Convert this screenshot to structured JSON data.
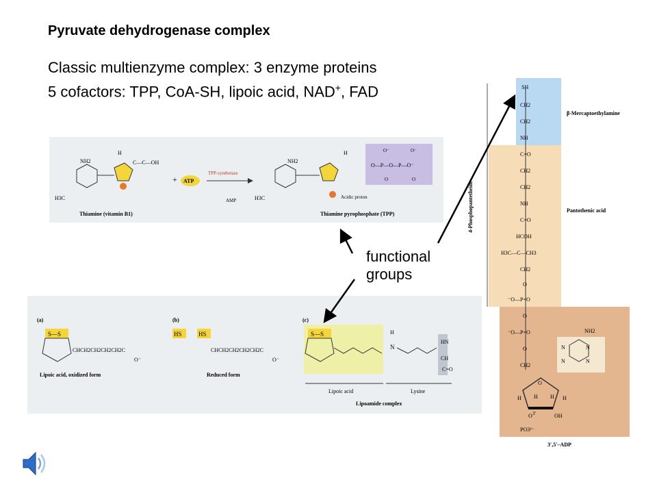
{
  "title": "Pyruvate dehydrogenase complex",
  "line1": "Classic multienzyme complex:  3 enzyme proteins",
  "line2_prefix": "5 cofactors:  TPP, CoA-SH, lipoic acid, NAD",
  "line2_sup": "+",
  "line2_suffix": ", FAD",
  "functional_label_1": "functional",
  "functional_label_2": "groups",
  "thiamine_panel": {
    "ch3": "H3C",
    "ch3b": "H3C",
    "nh2": "NH2",
    "nh2b": "NH2",
    "h_top": "H",
    "h_top2": "H",
    "oh_group": "C—C—OH",
    "atp": "ATP",
    "plus": "+",
    "enzyme": "TPP-synthetase",
    "amp": "AMP",
    "acidic": "Acidic proton",
    "caption_left": "Thiamine (vitamin B1)",
    "caption_right": "Thiamine pyrophosphate (TPP)",
    "phosphate": "O—P—O—P—O⁻",
    "phosphate_o1": "O⁻",
    "phosphate_o2": "O⁻",
    "phosphate_o3": "O",
    "phosphate_o4": "O"
  },
  "lipoic_panel": {
    "a_label": "(a)",
    "b_label": "(b)",
    "c_label": "(c)",
    "ss": "S—S",
    "ss_c": "S—S",
    "hs1": "HS",
    "hs2": "HS",
    "chain_a": "CHCH2CH2CH2CH2C",
    "chain_b": "CHCH2CH2CH2CH2C",
    "oxidized_caption": "Lipoic acid, oxidized form",
    "reduced_caption": "Reduced form",
    "lipoic_acid": "Lipoic acid",
    "lysine": "Lysine",
    "complex_caption": "Lipoamide complex",
    "o_minus_a": "O⁻",
    "o_minus_b": "O⁻",
    "n_h": "N",
    "h_label": "H",
    "hn": "HN",
    "ch": "CH",
    "c_eq_o": "C=O"
  },
  "coa_panel": {
    "sh": "SH",
    "ch2_1": "CH2",
    "ch2_2": "CH2",
    "nh_1": "NH",
    "c_o_1": "C=O",
    "ch2_3": "CH2",
    "ch2_4": "CH2",
    "nh_2": "NH",
    "c_o_2": "C=O",
    "hcoh": "HCOH",
    "cme2": "H3C—C—CH3",
    "ch2_5": "CH2",
    "o1": "O",
    "p1": "⁻O—P=O",
    "o2": "O",
    "p2": "⁻O—P=O",
    "o3": "O",
    "ch2_6": "CH2",
    "o_ring": "O",
    "h1": "H",
    "h2": "H",
    "h3": "H",
    "h4": "H",
    "oh": "OH",
    "po3": "PO3²⁻",
    "o_bottom": "O",
    "nh2": "NH2",
    "n1": "N",
    "n2": "N",
    "n3": "N",
    "n4": "N",
    "mercapto": "β-Mercaptoethylamine",
    "pantothenic": "Pantothenic acid",
    "phosphopantetheine": "4-Phosphopantetheine",
    "adp": "3′,5′–ADP",
    "three_prime": "3′"
  }
}
